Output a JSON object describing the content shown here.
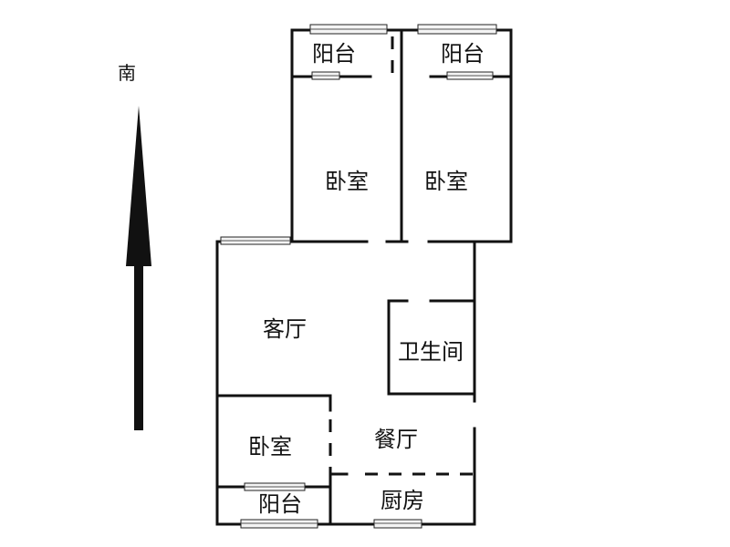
{
  "direction": {
    "label": "南"
  },
  "rooms": {
    "balcony_top_left": "阳台",
    "balcony_top_right": "阳台",
    "bedroom_left": "卧室",
    "bedroom_right": "卧室",
    "living_room": "客厅",
    "bathroom": "卫生间",
    "bedroom_bottom": "卧室",
    "dining_room": "餐厅",
    "balcony_bottom": "阳台",
    "kitchen": "厨房"
  }
}
